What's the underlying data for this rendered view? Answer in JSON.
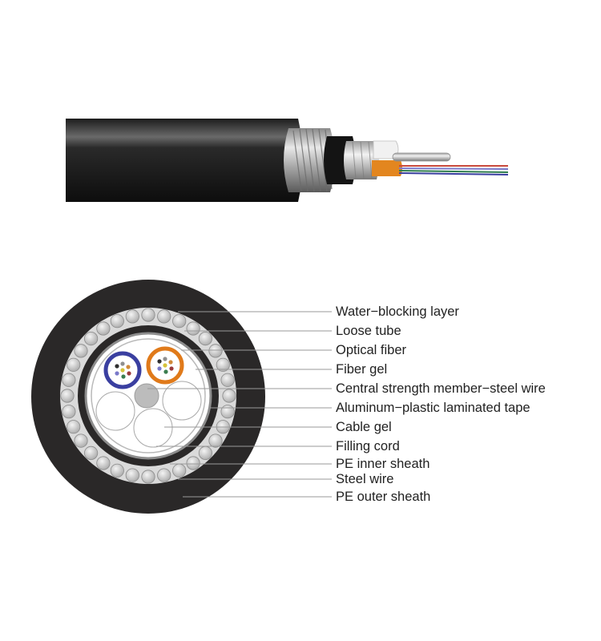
{
  "labels": [
    "Water−blocking layer",
    "Loose tube",
    "Optical fiber",
    "Fiber gel",
    "Central strength member−steel wire",
    "Aluminum−plastic laminated tape",
    "Cable gel",
    "Filling cord",
    "PE inner sheath",
    "Steel wire",
    "PE outer sheath"
  ],
  "colors": {
    "sheath": "#2a2828",
    "armor_wire": "#c9c9c9",
    "tube_blue": "#3a3fa0",
    "tube_orange": "#e07a1a",
    "leader_line": "#9a9a9a"
  }
}
